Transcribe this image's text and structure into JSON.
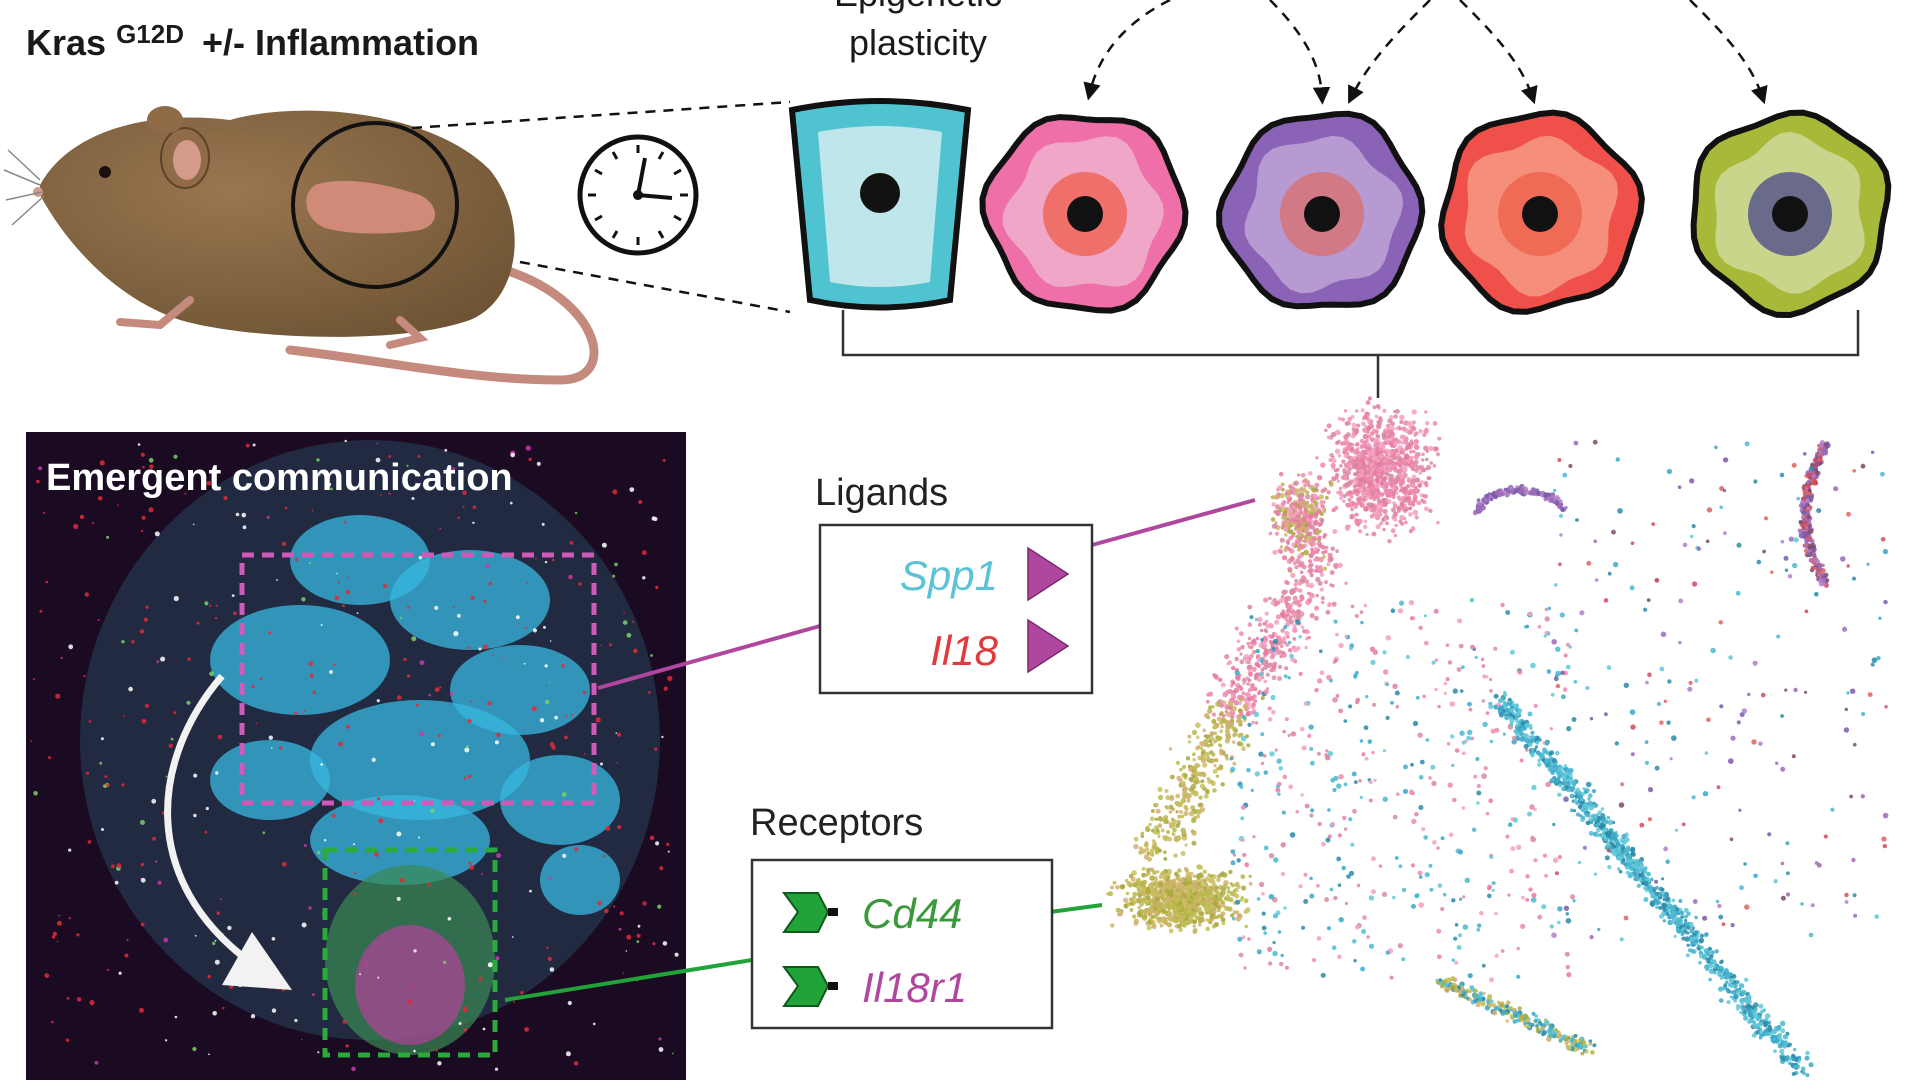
{
  "header": {
    "title_prefix": "Kras",
    "title_sup": "G12D",
    "title_suffix": "+/- Inflammation"
  },
  "plasticity_label": {
    "line1": "Epigenetic",
    "line2": "plasticity"
  },
  "panel": {
    "title": "Emergent communication"
  },
  "ligands": {
    "heading": "Ligands",
    "items": [
      {
        "name": "Spp1",
        "color": "#5bc2d8"
      },
      {
        "name": "Il18",
        "color": "#e03a3a"
      }
    ],
    "marker_color": "#b0479e",
    "link_color": "#b0479e"
  },
  "receptors": {
    "heading": "Receptors",
    "items": [
      {
        "name": "Cd44",
        "color": "#3a9a3a"
      },
      {
        "name": "Il18r1",
        "color": "#b0479e"
      }
    ],
    "marker_color": "#22a33a",
    "link_color": "#22a33a"
  },
  "cells": [
    {
      "type": "squamous",
      "outer": "#4fc3cf",
      "mid": "#bfe6ea",
      "inner": "#bfe6ea",
      "nucleus": "#111111"
    },
    {
      "type": "round",
      "outer": "#ef6fa8",
      "mid": "#f0a7c7",
      "inner": "#ef6f6a",
      "nucleus": "#111111"
    },
    {
      "type": "round",
      "outer": "#8a63b7",
      "mid": "#b79ad2",
      "inner": "#d17a86",
      "nucleus": "#111111"
    },
    {
      "type": "round",
      "outer": "#f0504a",
      "mid": "#f58e7b",
      "inner": "#ef6b55",
      "nucleus": "#111111"
    },
    {
      "type": "round",
      "outer": "#a8b93a",
      "mid": "#c9d58a",
      "inner": "#6a6a8a",
      "nucleus": "#111111"
    }
  ]
}
